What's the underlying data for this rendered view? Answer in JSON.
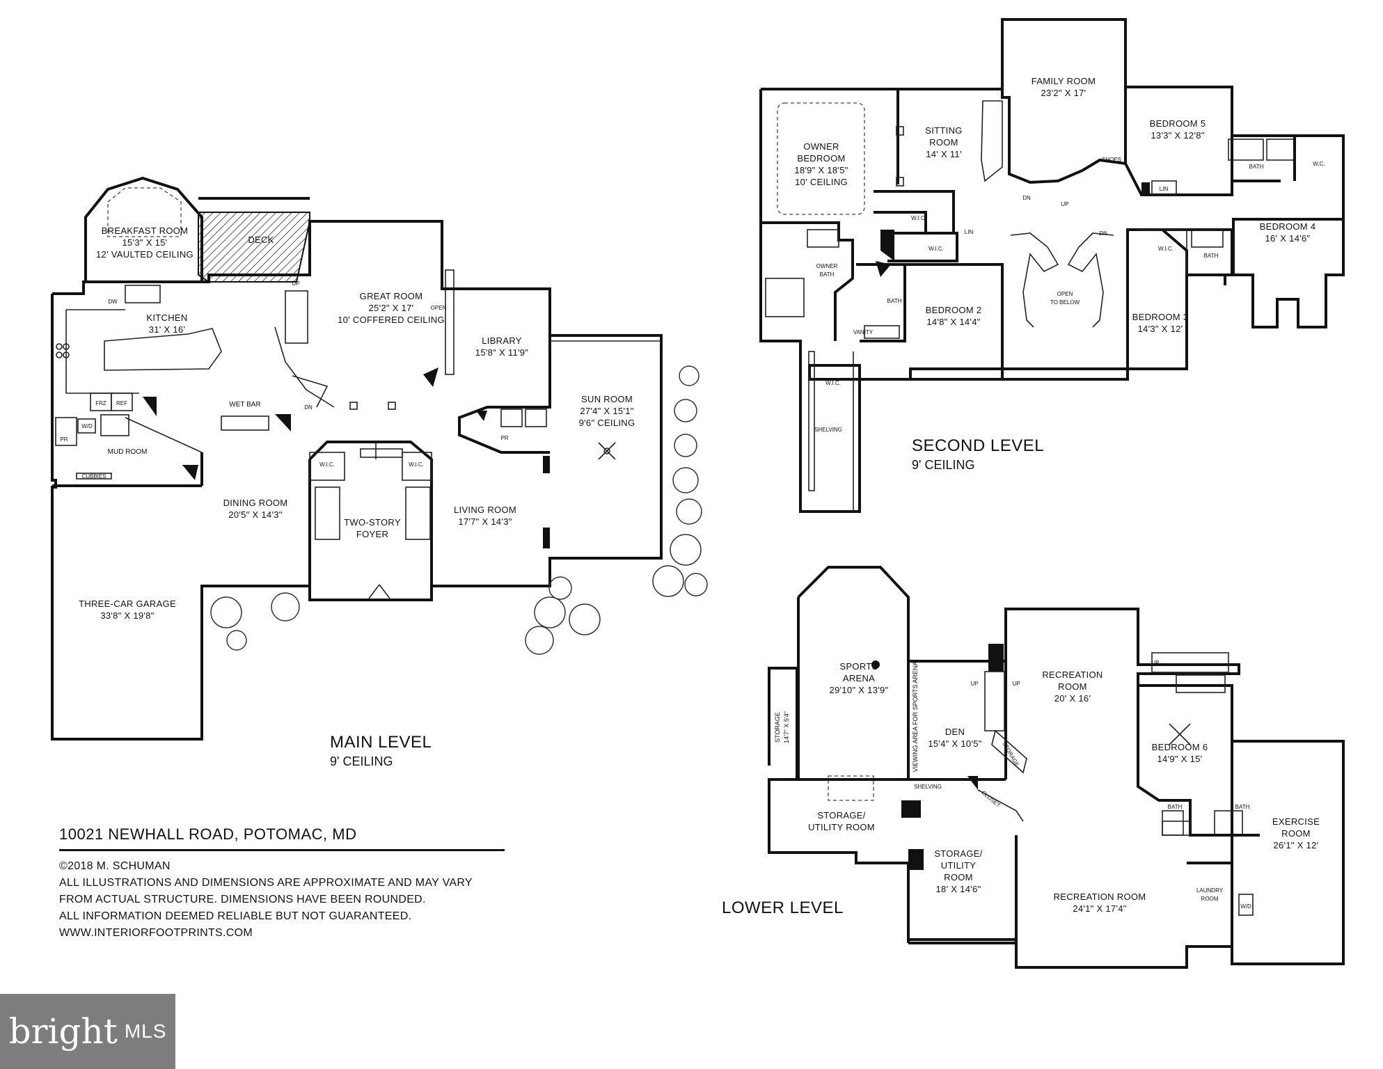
{
  "main_level": {
    "title": "MAIN LEVEL",
    "ceiling": "9' CEILING",
    "rooms": {
      "breakfast": [
        "BREAKFAST ROOM",
        "15'3\" X 15'",
        "12' VAULTED CEILING"
      ],
      "deck": [
        "DECK"
      ],
      "kitchen": [
        "KITCHEN",
        "31' X 16'"
      ],
      "great_room": [
        "GREAT ROOM",
        "25'2\" X 17'",
        "10' COFFERED CEILING"
      ],
      "library": [
        "LIBRARY",
        "15'8\" X 11'9\""
      ],
      "sun_room": [
        "SUN ROOM",
        "27'4\" X 15'1\"",
        "9'6\" CEILING"
      ],
      "wet_bar": [
        "WET BAR"
      ],
      "mud_room": [
        "MUD ROOM"
      ],
      "dining_room": [
        "DINING ROOM",
        "20'5\" X 14'3\""
      ],
      "foyer": [
        "TWO-STORY",
        "FOYER"
      ],
      "living_room": [
        "LIVING ROOM",
        "17'7\" X 14'3\""
      ],
      "garage": [
        "THREE-CAR GARAGE",
        "33'8\" X 19'8\""
      ]
    },
    "small_labels": {
      "pr1": "PR",
      "pr2": "PR",
      "wd": "W/D",
      "frz": "FRZ",
      "ref": "REF",
      "dw": "DW",
      "cubbies": "CUBBIES",
      "dn": "DN",
      "up": "UP",
      "wic1": "W.I.C.",
      "wic2": "W.I.C.",
      "open": "OPEN"
    }
  },
  "second_level": {
    "title": "SECOND LEVEL",
    "ceiling": "9' CEILING",
    "rooms": {
      "owner_bedroom": [
        "OWNER",
        "BEDROOM",
        "18'9\" X 18'5\"",
        "10' CEILING"
      ],
      "sitting_room": [
        "SITTING",
        "ROOM",
        "14' X 11'"
      ],
      "family_room": [
        "FAMILY ROOM",
        "23'2\" X 17'"
      ],
      "bedroom5": [
        "BEDROOM 5",
        "13'3\" X 12'8\""
      ],
      "bedroom4": [
        "BEDROOM 4",
        "16' X 14'6\""
      ],
      "owner_bath": [
        "OWNER",
        "BATH"
      ],
      "bedroom2": [
        "BEDROOM 2",
        "14'8\" X 14'4\""
      ],
      "open_below": [
        "OPEN",
        "TO BELOW"
      ],
      "bedroom3": [
        "BEDROOM 3",
        "14'3\" X 12'"
      ],
      "wic": [
        "W.I.C."
      ]
    },
    "small_labels": {
      "wic1": "W.I.C.",
      "wic2": "W.I.C.",
      "wic3": "W.I.C.",
      "bath1": "BATH",
      "bath2": "BATH",
      "wc": "W.C.",
      "lin1": "LIN",
      "lin2": "LIN",
      "shoes": "SHOES",
      "dn1": "DN",
      "dn2": "DN",
      "up": "UP",
      "vanity": "VANITY",
      "bath3": "BATH",
      "shelving": "SHELVING"
    }
  },
  "lower_level": {
    "title": "LOWER LEVEL",
    "rooms": {
      "sports_arena": [
        "SPORTS",
        "ARENA",
        "29'10\" X 13'9\""
      ],
      "storage1": [
        "STORAGE",
        "14'7\" X 5'4\""
      ],
      "den": [
        "DEN",
        "15'4\" X 10'5\""
      ],
      "viewing": [
        "VIEWING AREA FOR SPORTS ARENA"
      ],
      "recreation_room1": [
        "RECREATION",
        "ROOM",
        "20' X 16'"
      ],
      "bedroom6": [
        "BEDROOM 6",
        "14'9\" X 15'"
      ],
      "storage_utility1": [
        "STORAGE/",
        "UTILITY ROOM"
      ],
      "storage_utility2": [
        "STORAGE/",
        "UTILITY",
        "ROOM",
        "18' X 14'6\""
      ],
      "recreation_room2": [
        "RECREATION ROOM",
        "24'1\" X 17'4\""
      ],
      "exercise": [
        "EXERCISE",
        "ROOM",
        "26'1\" X 12'"
      ],
      "laundry": [
        "LAUNDRY",
        "ROOM"
      ]
    },
    "small_labels": {
      "storage_stair": "STORAGE",
      "shelving": "SHELVING",
      "closet": "CLOSET",
      "bath1": "BATH",
      "bath2": "BATH",
      "up1": "UP",
      "up2": "UP",
      "up3": "UP",
      "ld": "W/D"
    }
  },
  "info": {
    "address": "10021 NEWHALL ROAD, POTOMAC, MD",
    "lines": [
      "©2018 M. SCHUMAN",
      "ALL ILLUSTRATIONS AND DIMENSIONS ARE APPROXIMATE AND MAY VARY",
      "FROM ACTUAL STRUCTURE. DIMENSIONS HAVE BEEN ROUNDED.",
      "ALL INFORMATION DEEMED RELIABLE BUT NOT GUARANTEED.",
      "WWW.INTERIORFOOTPRINTS.COM"
    ]
  },
  "watermark": {
    "brand": "bright",
    "suffix": "MLS",
    "background": "#7d7d7d"
  }
}
